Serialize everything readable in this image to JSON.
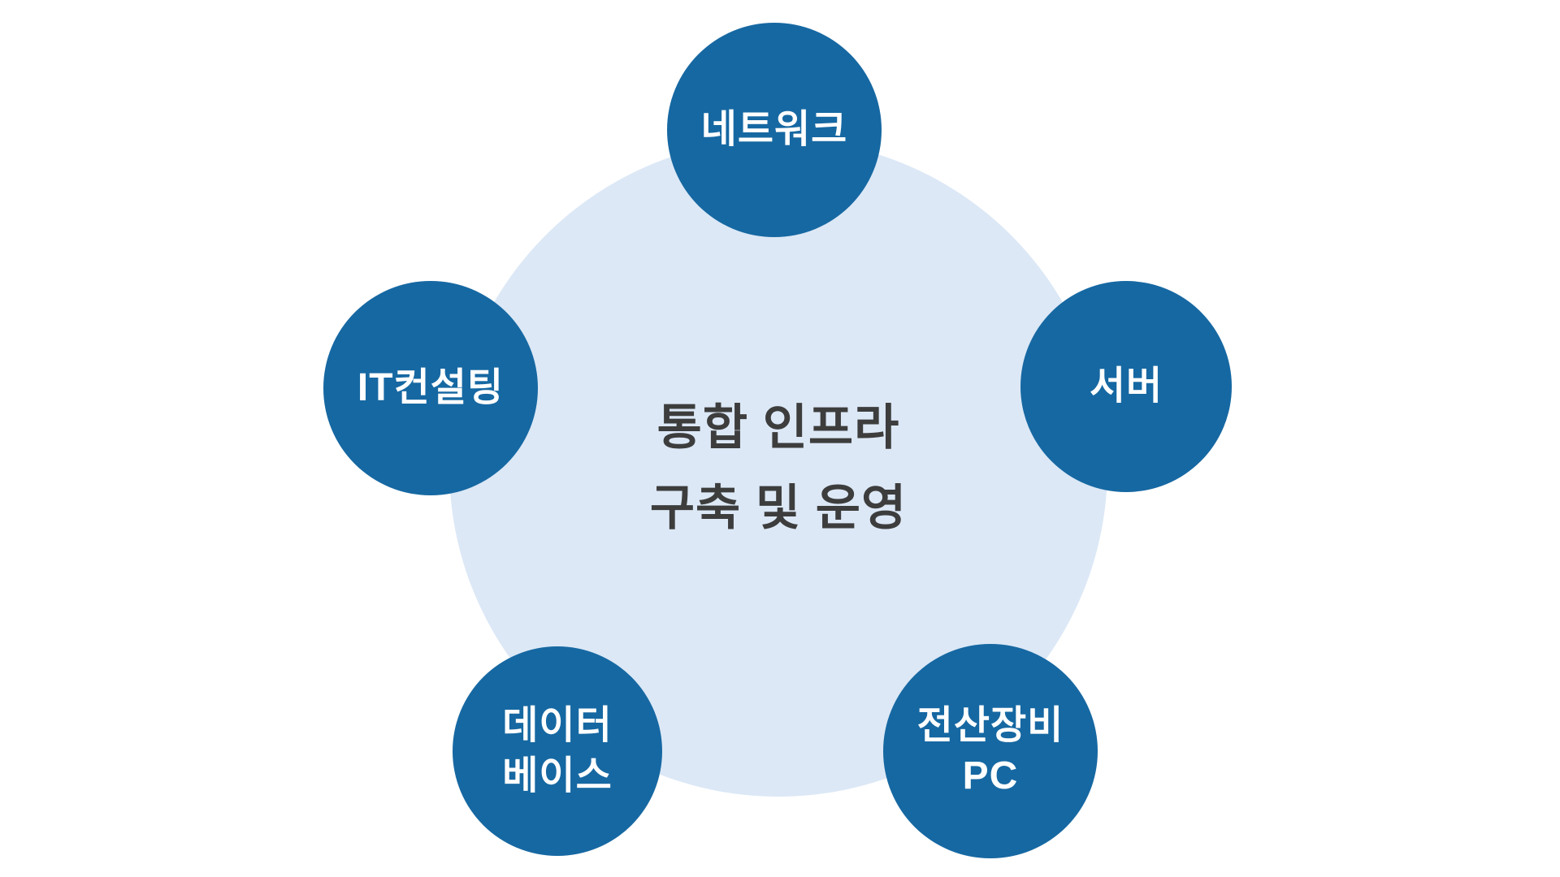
{
  "colors": {
    "background": "#ffffff",
    "hub_fill": "#dce8f6",
    "node_fill": "#1668a2",
    "node_text": "#ffffff",
    "hub_text": "#3d3d3d"
  },
  "hub": {
    "label": "통합 인프라\n구축 및 운영"
  },
  "nodes": [
    {
      "id": "network",
      "label": "네트워크"
    },
    {
      "id": "it-consulting",
      "label": "IT컨설팅"
    },
    {
      "id": "server",
      "label": "서버"
    },
    {
      "id": "database",
      "label": "데이터\n베이스"
    },
    {
      "id": "pc-equipment",
      "label": "전산장비\nPC"
    }
  ]
}
